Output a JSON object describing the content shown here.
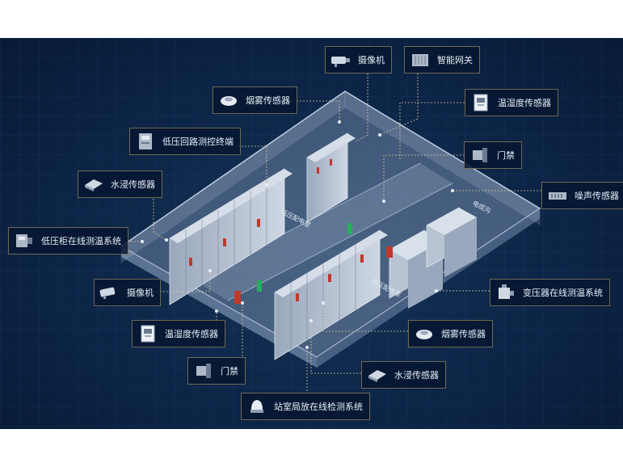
{
  "callouts": {
    "camera_top": "摄像机",
    "gateway": "智能网关",
    "smoke_top": "烟雾传感器",
    "temp_hum_top": "温湿度传感器",
    "lv_terminal": "低压回路测控终端",
    "door_top": "门禁",
    "water_left": "水浸传感器",
    "noise": "噪声传感器",
    "lv_cabinet_temp": "低压柜在线测温系统",
    "camera_bottom": "摄像机",
    "transformer_temp": "变压器在线测温系统",
    "temp_hum_bottom": "温湿度传感器",
    "smoke_bottom": "烟雾传感器",
    "door_bottom": "门禁",
    "water_bottom": "水浸传感器",
    "pd_system": "站室局放在线检测系统"
  },
  "rooms": {
    "low_voltage": "低压配电室",
    "high_voltage": "高压配电室",
    "cable_trench": "电缆沟"
  },
  "colors": {
    "background": "#0c2547",
    "callout_border": "#c8aa6e",
    "leader_line": "#d9c89a",
    "floor": "#8fa4bf",
    "cabinet": "#a7b4c6",
    "accent_red": "#c0392b",
    "accent_green": "#27ae60"
  }
}
